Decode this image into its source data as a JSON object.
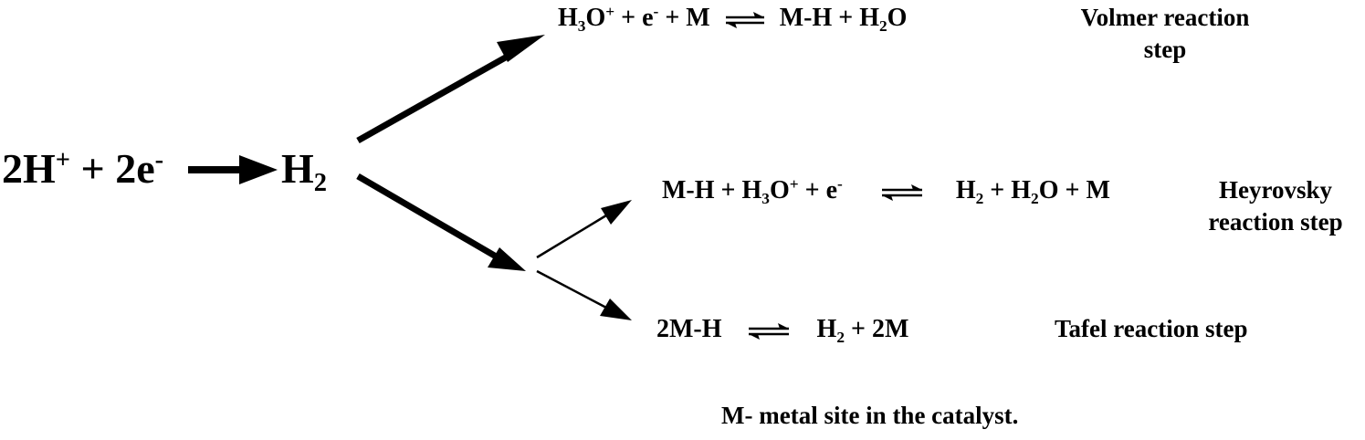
{
  "overall": {
    "lhs_coef": "2H",
    "lhs_ion": "+",
    "lhs_plus": " + 2e",
    "lhs_e": "-",
    "product": "H",
    "product_sub": "2"
  },
  "volmer": {
    "p1": "H",
    "p1_sub": "3",
    "p1_b": "O",
    "p1_sup": "+",
    "p2": " + e",
    "p2_sup": "-",
    "p3": " + M",
    "r1": "M-H + H",
    "r1_sub": "2",
    "r1_b": "O",
    "label_line1": "Volmer reaction",
    "label_line2": "step"
  },
  "heyrovsky": {
    "p1": "M-H + H",
    "p1_sub": "3",
    "p1_b": "O",
    "p1_sup": "+",
    "p2": " + e",
    "p2_sup": "-",
    "r1": "H",
    "r1_sub": "2",
    "r1_b": " + H",
    "r1_sub2": "2",
    "r1_c": "O + M",
    "label_line1": "Heyrovsky",
    "label_line2": "reaction step"
  },
  "tafel": {
    "p1": "2M-H",
    "r1": "H",
    "r1_sub": "2",
    "r1_b": " + 2M",
    "label": "Tafel reaction step"
  },
  "footnote": "M- metal site in the catalyst."
}
